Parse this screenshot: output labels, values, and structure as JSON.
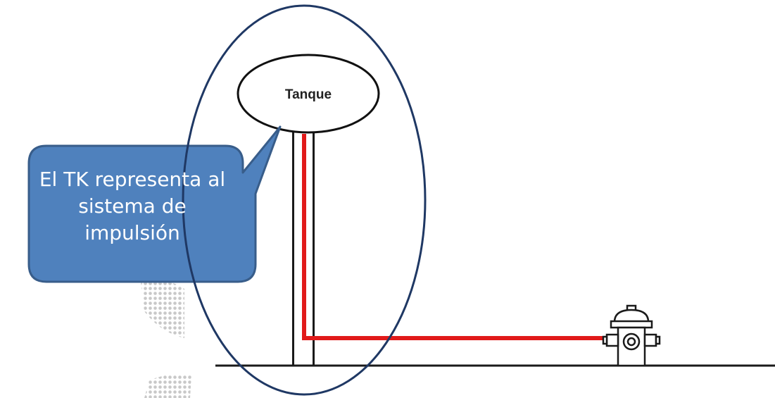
{
  "tank": {
    "label": "Tanque"
  },
  "callout": {
    "lines": [
      "El TK representa al",
      "sistema de",
      "impulsión"
    ]
  },
  "colors": {
    "pipe": "#e11a1a",
    "callout_fill": "#4f81bd",
    "callout_border": "#385d8a",
    "highlight_ellipse": "#1f3864",
    "structure": "#1a1a1a",
    "halftone": "#c8c8c8"
  }
}
